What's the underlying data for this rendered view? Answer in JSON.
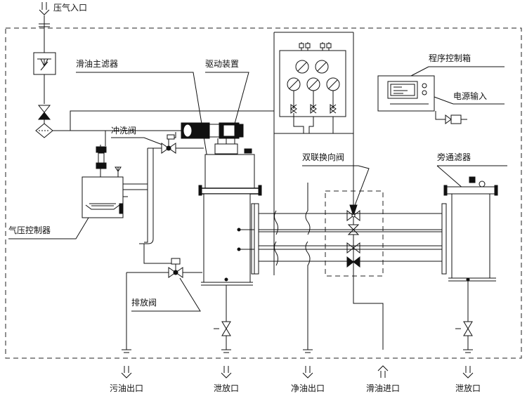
{
  "labels": {
    "air_inlet": "压气入口",
    "main_filter": "滑油主滤器",
    "drive_device": "驱动装置",
    "program_control_box": "程序控制箱",
    "power_input": "电源输入",
    "flush_valve": "冲洗阀",
    "dual_changeover_valve": "双联换向阀",
    "bypass_filter": "旁通滤器",
    "air_pressure_controller": "气压控制器",
    "drain_valve": "排放阀"
  },
  "ports": [
    {
      "label": "污油出口",
      "direction": "out"
    },
    {
      "label": "泄放口",
      "direction": "out"
    },
    {
      "label": "净油出口",
      "direction": "out"
    },
    {
      "label": "滑油进口",
      "direction": "in"
    },
    {
      "label": "泄放口",
      "direction": "out"
    }
  ]
}
